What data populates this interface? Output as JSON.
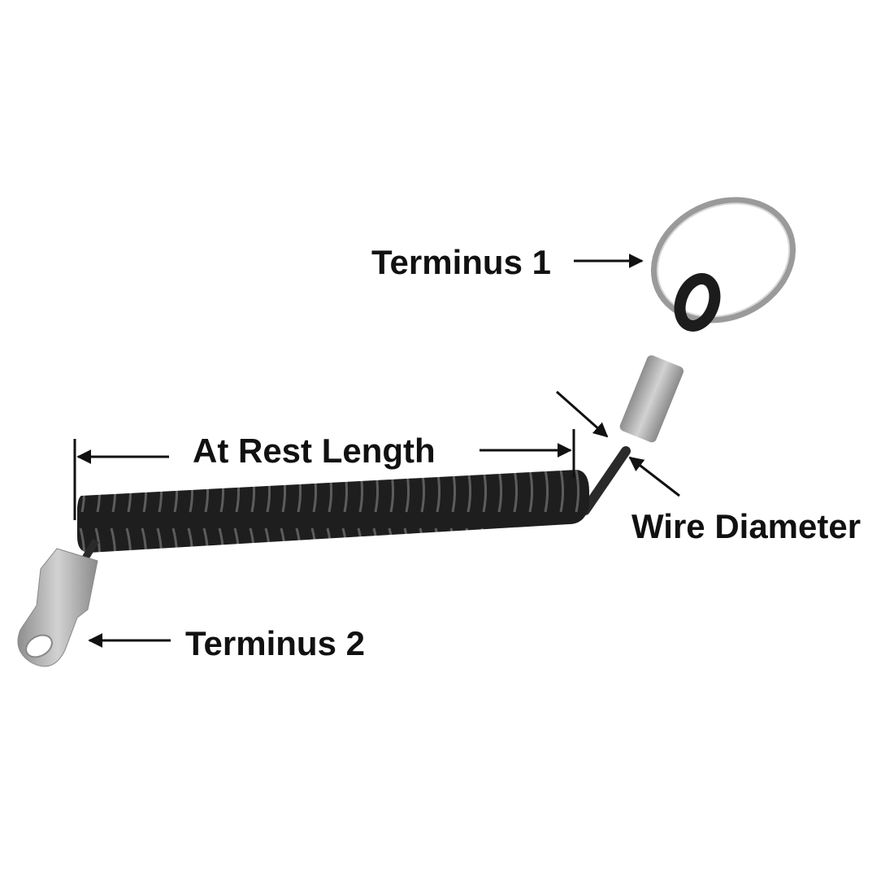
{
  "diagram": {
    "subject": "coiled spring tether",
    "colors": {
      "background": "#ffffff",
      "coil": "#1e1e1e",
      "coil_highlight": "#6a6a6a",
      "metal": "#b5b5b5",
      "ring": "#9a9a9a",
      "text": "#111111"
    },
    "labels": {
      "terminus1": "Terminus 1",
      "at_rest_length": "At Rest Length",
      "wire_diameter": "Wire Diameter",
      "terminus2": "Terminus 2"
    }
  }
}
